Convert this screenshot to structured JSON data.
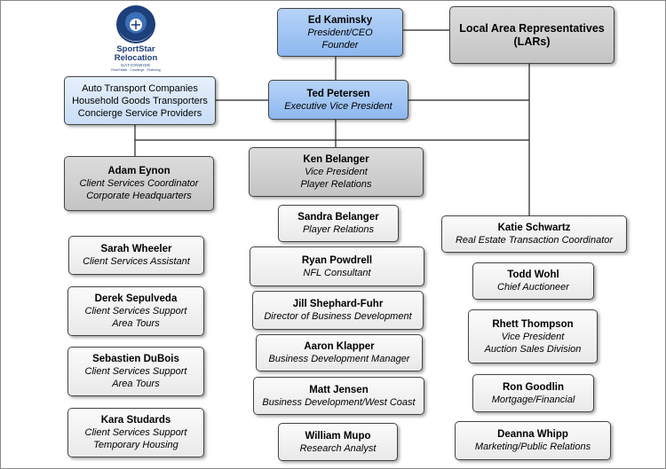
{
  "logo": {
    "brand_line1": "SportStar",
    "brand_line2": "Relocation",
    "tagline": "NATIONWIDE",
    "subline": "Real Estate · Concierge · Financing"
  },
  "nodes": {
    "ed": {
      "name": "Ed Kaminsky",
      "title1": "President/CEO",
      "title2": "Founder"
    },
    "lars": {
      "name": "Local Area Representatives",
      "name2": "(LARs)"
    },
    "providers": {
      "line1": "Auto Transport Companies",
      "line2": "Household Goods Transporters",
      "line3": "Concierge Service Providers"
    },
    "ted": {
      "name": "Ted Petersen",
      "title1": "Executive Vice President"
    },
    "adam": {
      "name": "Adam Eynon",
      "title1": "Client Services Coordinator",
      "title2": "Corporate Headquarters"
    },
    "ken": {
      "name": "Ken Belanger",
      "title1": "Vice President",
      "title2": "Player Relations"
    },
    "sandra": {
      "name": "Sandra Belanger",
      "title1": "Player Relations"
    },
    "ryan": {
      "name": "Ryan Powdrell",
      "title1": "NFL Consultant"
    },
    "jill": {
      "name": "Jill Shephard-Fuhr",
      "title1": "Director of Business Development"
    },
    "aaron": {
      "name": "Aaron Klapper",
      "title1": "Business Development Manager"
    },
    "matt": {
      "name": "Matt Jensen",
      "title1": "Business Development/West Coast"
    },
    "william": {
      "name": "William Mupo",
      "title1": "Research Analyst"
    },
    "katie": {
      "name": "Katie Schwartz",
      "title1": "Real Estate Transaction Coordinator"
    },
    "todd": {
      "name": "Todd Wohl",
      "title1": "Chief Auctioneer"
    },
    "rhett": {
      "name": "Rhett Thompson",
      "title1": "Vice President",
      "title2": "Auction Sales Division"
    },
    "ron": {
      "name": "Ron Goodlin",
      "title1": "Mortgage/Financial"
    },
    "deanna": {
      "name": "Deanna Whipp",
      "title1": "Marketing/Public Relations"
    },
    "sarah": {
      "name": "Sarah Wheeler",
      "title1": "Client Services Assistant"
    },
    "derek": {
      "name": "Derek Sepulveda",
      "title1": "Client Services Support",
      "title2": "Area Tours"
    },
    "sebastien": {
      "name": "Sebastien DuBois",
      "title1": "Client Services Support",
      "title2": "Area Tours"
    },
    "kara": {
      "name": "Kara Studards",
      "title1": "Client Services Support",
      "title2": "Temporary Housing"
    }
  }
}
